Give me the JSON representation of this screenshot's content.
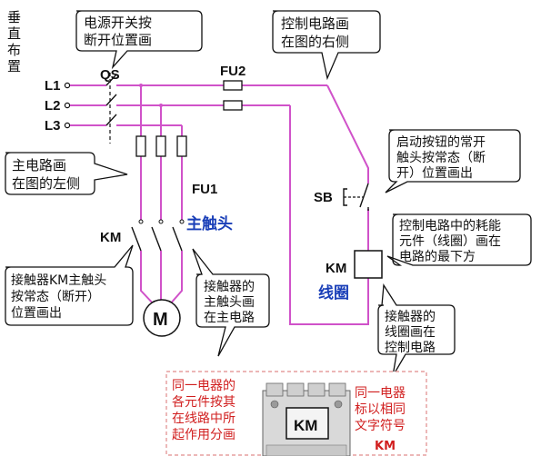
{
  "side_label": [
    "垂",
    "直",
    "布",
    "置"
  ],
  "lines": [
    "L1",
    "L2",
    "L3"
  ],
  "labels": {
    "qs": "QS",
    "fu2": "FU2",
    "fu1": "FU1",
    "km_main": "KM",
    "sb": "SB",
    "km_coil": "KM",
    "motor": "M"
  },
  "blue_labels": {
    "main_contact": "主触头",
    "coil": "线圈"
  },
  "callouts": {
    "qs_note": [
      "电源开关按",
      "断开位置画"
    ],
    "control_right": [
      "控制电路画",
      "在图的右侧"
    ],
    "main_left": [
      "主电路画",
      "在图的左侧"
    ],
    "sb_note": [
      "启动按钮的常开",
      "触头按常态（断",
      "开）位置画出"
    ],
    "coil_bottom": [
      "控制电路中的耗能",
      "元件（线圈）画在",
      "电路的最下方"
    ],
    "km_main_note": [
      "接触器KM主触头",
      "按常态（断开）",
      "位置画出"
    ],
    "contact_main": [
      "接触器的",
      "主触头画",
      "在主电路"
    ],
    "coil_control": [
      "接触器的",
      "线圈画在",
      "控制电路"
    ]
  },
  "bottom": {
    "left_text": [
      "同一电器的",
      "各元件按其",
      "在线路中所",
      "起作用分画"
    ],
    "right_text": [
      "同一电器",
      "标以相同",
      "文字符号"
    ],
    "device_label": "KM",
    "device_caption": "KM"
  },
  "colors": {
    "wire": "#d052c9",
    "blue": "#1a3fb8",
    "red": "#d11f1f"
  }
}
